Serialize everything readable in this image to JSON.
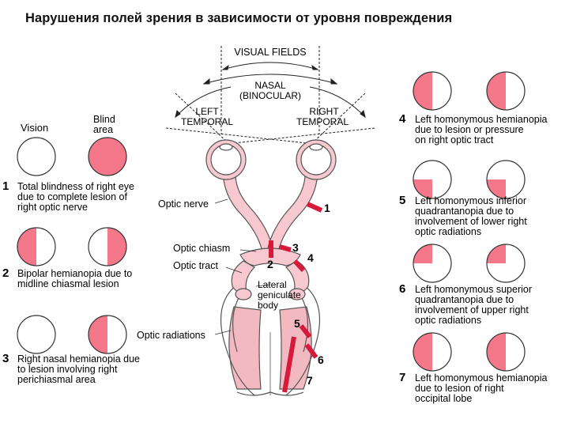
{
  "title": "Нарушения полей зрения в зависимости от уровня повреждения",
  "colors": {
    "blind": "#f4788a",
    "pathway": "#f7c8cf",
    "pathway_stroke": "#555555",
    "lesion": "#d7193a",
    "radiation_fill": "#f2b9c1"
  },
  "header": {
    "visual_fields": "VISUAL FIELDS",
    "nasal": "NASAL",
    "binocular": "(BINOCULAR)",
    "left": "LEFT",
    "left_temporal": "TEMPORAL",
    "right": "RIGHT",
    "right_temporal": "TEMPORAL"
  },
  "columns": {
    "vision": "Vision",
    "blind_area_1": "Blind",
    "blind_area_2": "area"
  },
  "labels": {
    "optic_nerve": "Optic nerve",
    "optic_chiasm": "Optic chiasm",
    "optic_tract": "Optic tract",
    "lateral_geniculate": [
      "Lateral",
      "geniculate",
      "body"
    ],
    "optic_radiations": "Optic radiations"
  },
  "lesion_numbers": [
    "1",
    "2",
    "3",
    "4",
    "5",
    "6",
    "7"
  ],
  "cases": [
    {
      "num": "1",
      "lines": [
        "Total blindness of right eye",
        "due to complete lesion of",
        "right optic nerve"
      ],
      "left_field": "none",
      "right_field": "full"
    },
    {
      "num": "2",
      "lines": [
        "Bipolar hemianopia due to",
        "midline chiasmal lesion"
      ],
      "left_field": "left-half",
      "right_field": "right-half"
    },
    {
      "num": "3",
      "lines": [
        "Right nasal hemianopia due",
        "to lesion involving right",
        "perichiasmal area"
      ],
      "left_field": "none",
      "right_field": "left-half"
    },
    {
      "num": "4",
      "lines": [
        "Left homonymous hemianopia",
        "due to lesion or pressure",
        "on right optic tract"
      ],
      "left_field": "left-half",
      "right_field": "left-half"
    },
    {
      "num": "5",
      "lines": [
        "Left homonymous inferior",
        "quadrantanopia due to",
        "involvement of lower right",
        "optic radiations"
      ],
      "left_field": "lower-left",
      "right_field": "lower-left"
    },
    {
      "num": "6",
      "lines": [
        "Left homonymous superior",
        "quadrantanopia due to",
        "involvement of upper right",
        "optic radiations"
      ],
      "left_field": "upper-left",
      "right_field": "upper-left"
    },
    {
      "num": "7",
      "lines": [
        "Left homonymous hemianopia",
        "due to lesion of right",
        "occipital lobe"
      ],
      "left_field": "left-half",
      "right_field": "left-half"
    }
  ]
}
